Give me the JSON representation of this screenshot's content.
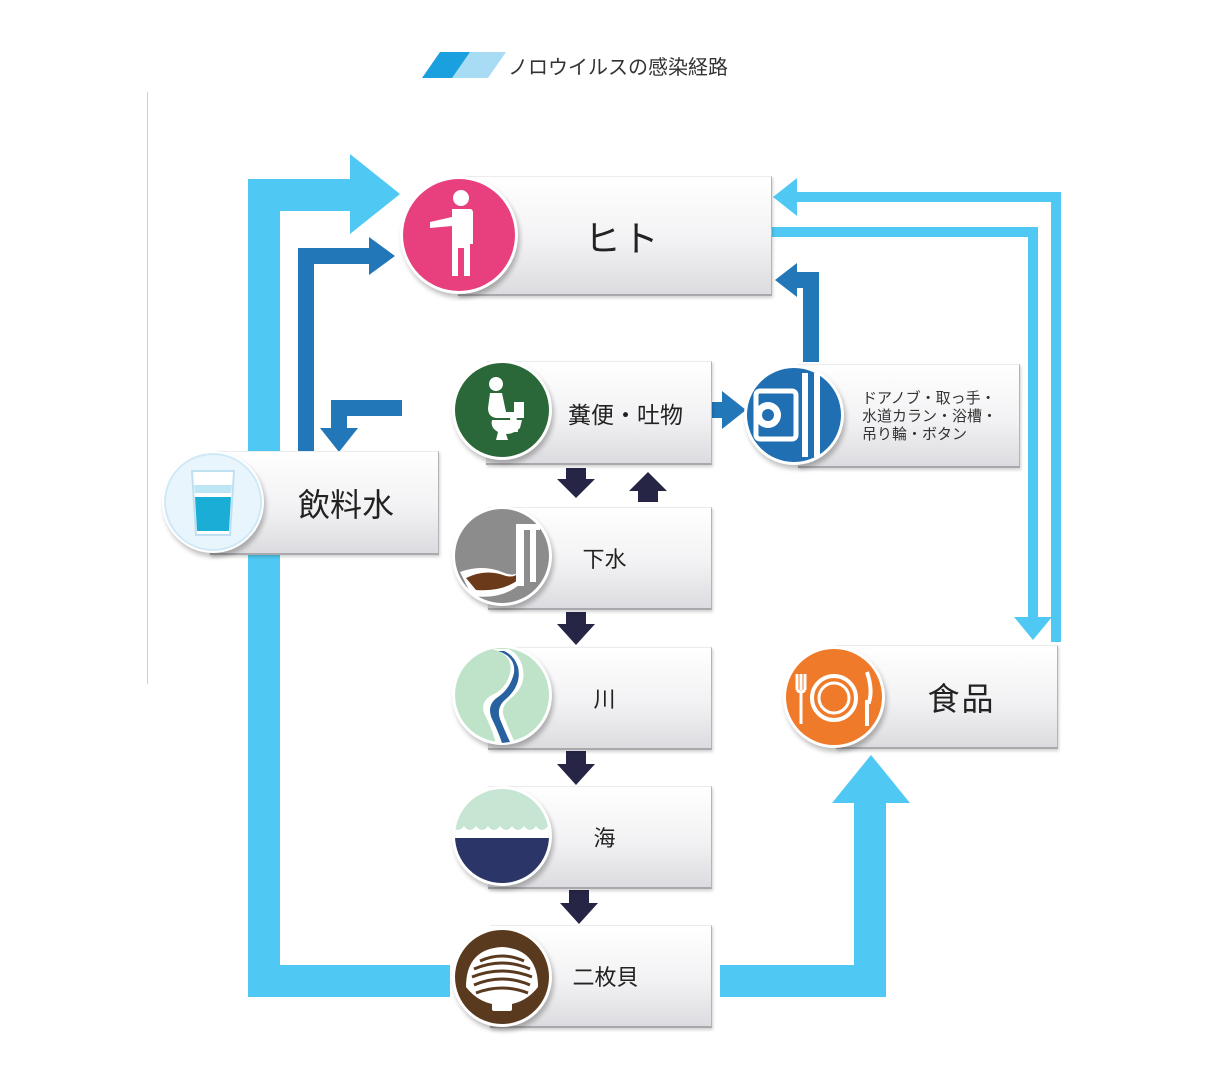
{
  "title": "ノロウイルスの感染経路",
  "colors": {
    "light_arrow": "#4fc9f3",
    "mid_arrow": "#2277b8",
    "dark_arrow": "#262545",
    "person": "#e8407f",
    "feces": "#2a6839",
    "door": "#1f6fb2",
    "water": "#1aaed6",
    "sewer": "#8c8c8c",
    "river": "#bfe3c9",
    "sea": "#2b3568",
    "clam": "#5a3a1e",
    "food": "#ef7a2a"
  },
  "nodes": {
    "person": {
      "label": "ヒト",
      "icon": "person-icon"
    },
    "feces": {
      "label": "糞便・吐物",
      "icon": "toilet-icon"
    },
    "door": {
      "lines": [
        "ドアノブ・取っ手・",
        "水道カラン・浴槽・",
        "吊り輪・ボタン"
      ],
      "icon": "door-handle-icon"
    },
    "water": {
      "label": "飲料水",
      "icon": "water-glass-icon"
    },
    "sewer": {
      "label": "下水",
      "icon": "sewer-icon"
    },
    "river": {
      "label": "川",
      "icon": "river-icon"
    },
    "sea": {
      "label": "海",
      "icon": "sea-icon"
    },
    "clam": {
      "label": "二枚貝",
      "icon": "clam-icon"
    },
    "food": {
      "label": "食品",
      "icon": "food-plate-icon"
    }
  }
}
